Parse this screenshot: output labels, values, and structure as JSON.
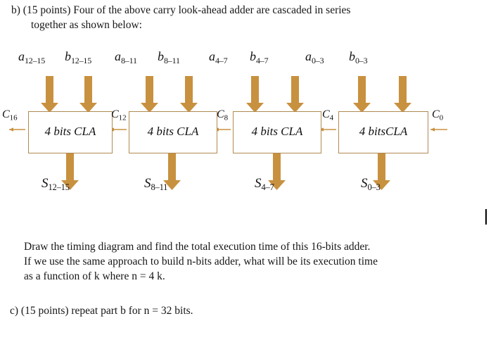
{
  "document": {
    "question_b": {
      "line1": "b) (15 points) Four of the above carry look-ahead adder are cascaded in series",
      "line2": "together as shown below:"
    },
    "body": {
      "line1": "Draw the timing diagram and find the total execution time of this 16-bits adder.",
      "line2": "If we use the same approach to build n-bits adder, what will be its execution time",
      "line3": "as a function of k where n = 4 k."
    },
    "question_c": {
      "line": "c) (15 points) repeat part b for n = 32 bits."
    }
  },
  "diagram": {
    "colors": {
      "arrow": "#c8913f",
      "box_border": "#b08a52",
      "box_fill": "#ffffff",
      "text": "#141414"
    },
    "inputs": [
      {
        "base": "a",
        "sub": "12–15"
      },
      {
        "base": "b",
        "sub": "12–15"
      },
      {
        "base": "a",
        "sub": "8–11"
      },
      {
        "base": "b",
        "sub": "8–11"
      },
      {
        "base": "a",
        "sub": "4–7"
      },
      {
        "base": "b",
        "sub": "4–7"
      },
      {
        "base": "a",
        "sub": "0–3"
      },
      {
        "base": "b",
        "sub": "0–3"
      }
    ],
    "blocks": [
      {
        "label": "4 bits CLA"
      },
      {
        "label": "4 bits CLA"
      },
      {
        "label": "4 bits CLA"
      },
      {
        "label": "4 bitsCLA"
      }
    ],
    "carries": [
      {
        "base": "C",
        "sub": "16"
      },
      {
        "base": "C",
        "sub": "12"
      },
      {
        "base": "C",
        "sub": "8"
      },
      {
        "base": "C",
        "sub": "4"
      },
      {
        "base": "C",
        "sub": "0"
      }
    ],
    "sums": [
      {
        "base": "S",
        "sub": "12–15"
      },
      {
        "base": "S",
        "sub": "8–11"
      },
      {
        "base": "S",
        "sub": "4–7"
      },
      {
        "base": "S",
        "sub": "0–3"
      }
    ]
  }
}
